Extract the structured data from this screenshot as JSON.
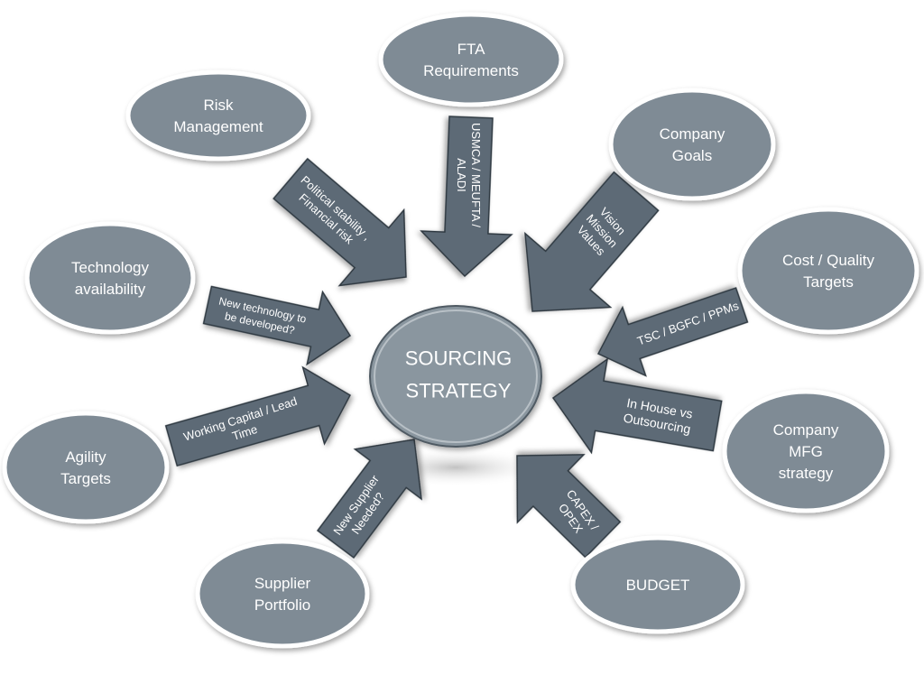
{
  "center": {
    "lines": [
      "SOURCING",
      "STRATEGY"
    ]
  },
  "nodes": [
    {
      "id": "fta",
      "lines": [
        "FTA",
        "Requirements"
      ]
    },
    {
      "id": "risk",
      "lines": [
        "Risk",
        "Management"
      ]
    },
    {
      "id": "goals",
      "lines": [
        "Company",
        "Goals"
      ]
    },
    {
      "id": "tech",
      "lines": [
        "Technology",
        "availability"
      ]
    },
    {
      "id": "cost",
      "lines": [
        "Cost / Quality",
        "Targets"
      ]
    },
    {
      "id": "agility",
      "lines": [
        "Agility",
        "Targets"
      ]
    },
    {
      "id": "mfg",
      "lines": [
        "Company",
        "MFG",
        "strategy"
      ]
    },
    {
      "id": "supplier",
      "lines": [
        "Supplier",
        "Portfolio"
      ]
    },
    {
      "id": "budget",
      "lines": [
        "BUDGET"
      ]
    }
  ],
  "arrows": [
    {
      "id": "political",
      "lines": [
        "Political stability ,",
        "Financial risk"
      ]
    },
    {
      "id": "usmca",
      "lines": [
        "USMCA / MEUFTA /",
        "ALADI"
      ]
    },
    {
      "id": "vision",
      "lines": [
        "Vision",
        "Mission",
        "Values"
      ]
    },
    {
      "id": "newtech",
      "lines": [
        "New technology to",
        "be developed?"
      ]
    },
    {
      "id": "capital",
      "lines": [
        "Working Capital / Lead",
        "Time"
      ]
    },
    {
      "id": "newsupplier",
      "lines": [
        "New Supplier",
        "Needed?"
      ]
    },
    {
      "id": "capex",
      "lines": [
        "CAPEX /",
        "OPEX"
      ]
    },
    {
      "id": "inhouse",
      "lines": [
        "In House vs",
        "Outsourcing"
      ]
    },
    {
      "id": "tsc",
      "lines": [
        "TSC / BGFC / PPMs"
      ]
    }
  ],
  "colors": {
    "node": "#7f8b95",
    "arrow": "#5d6a76",
    "border": "#ffffff"
  }
}
